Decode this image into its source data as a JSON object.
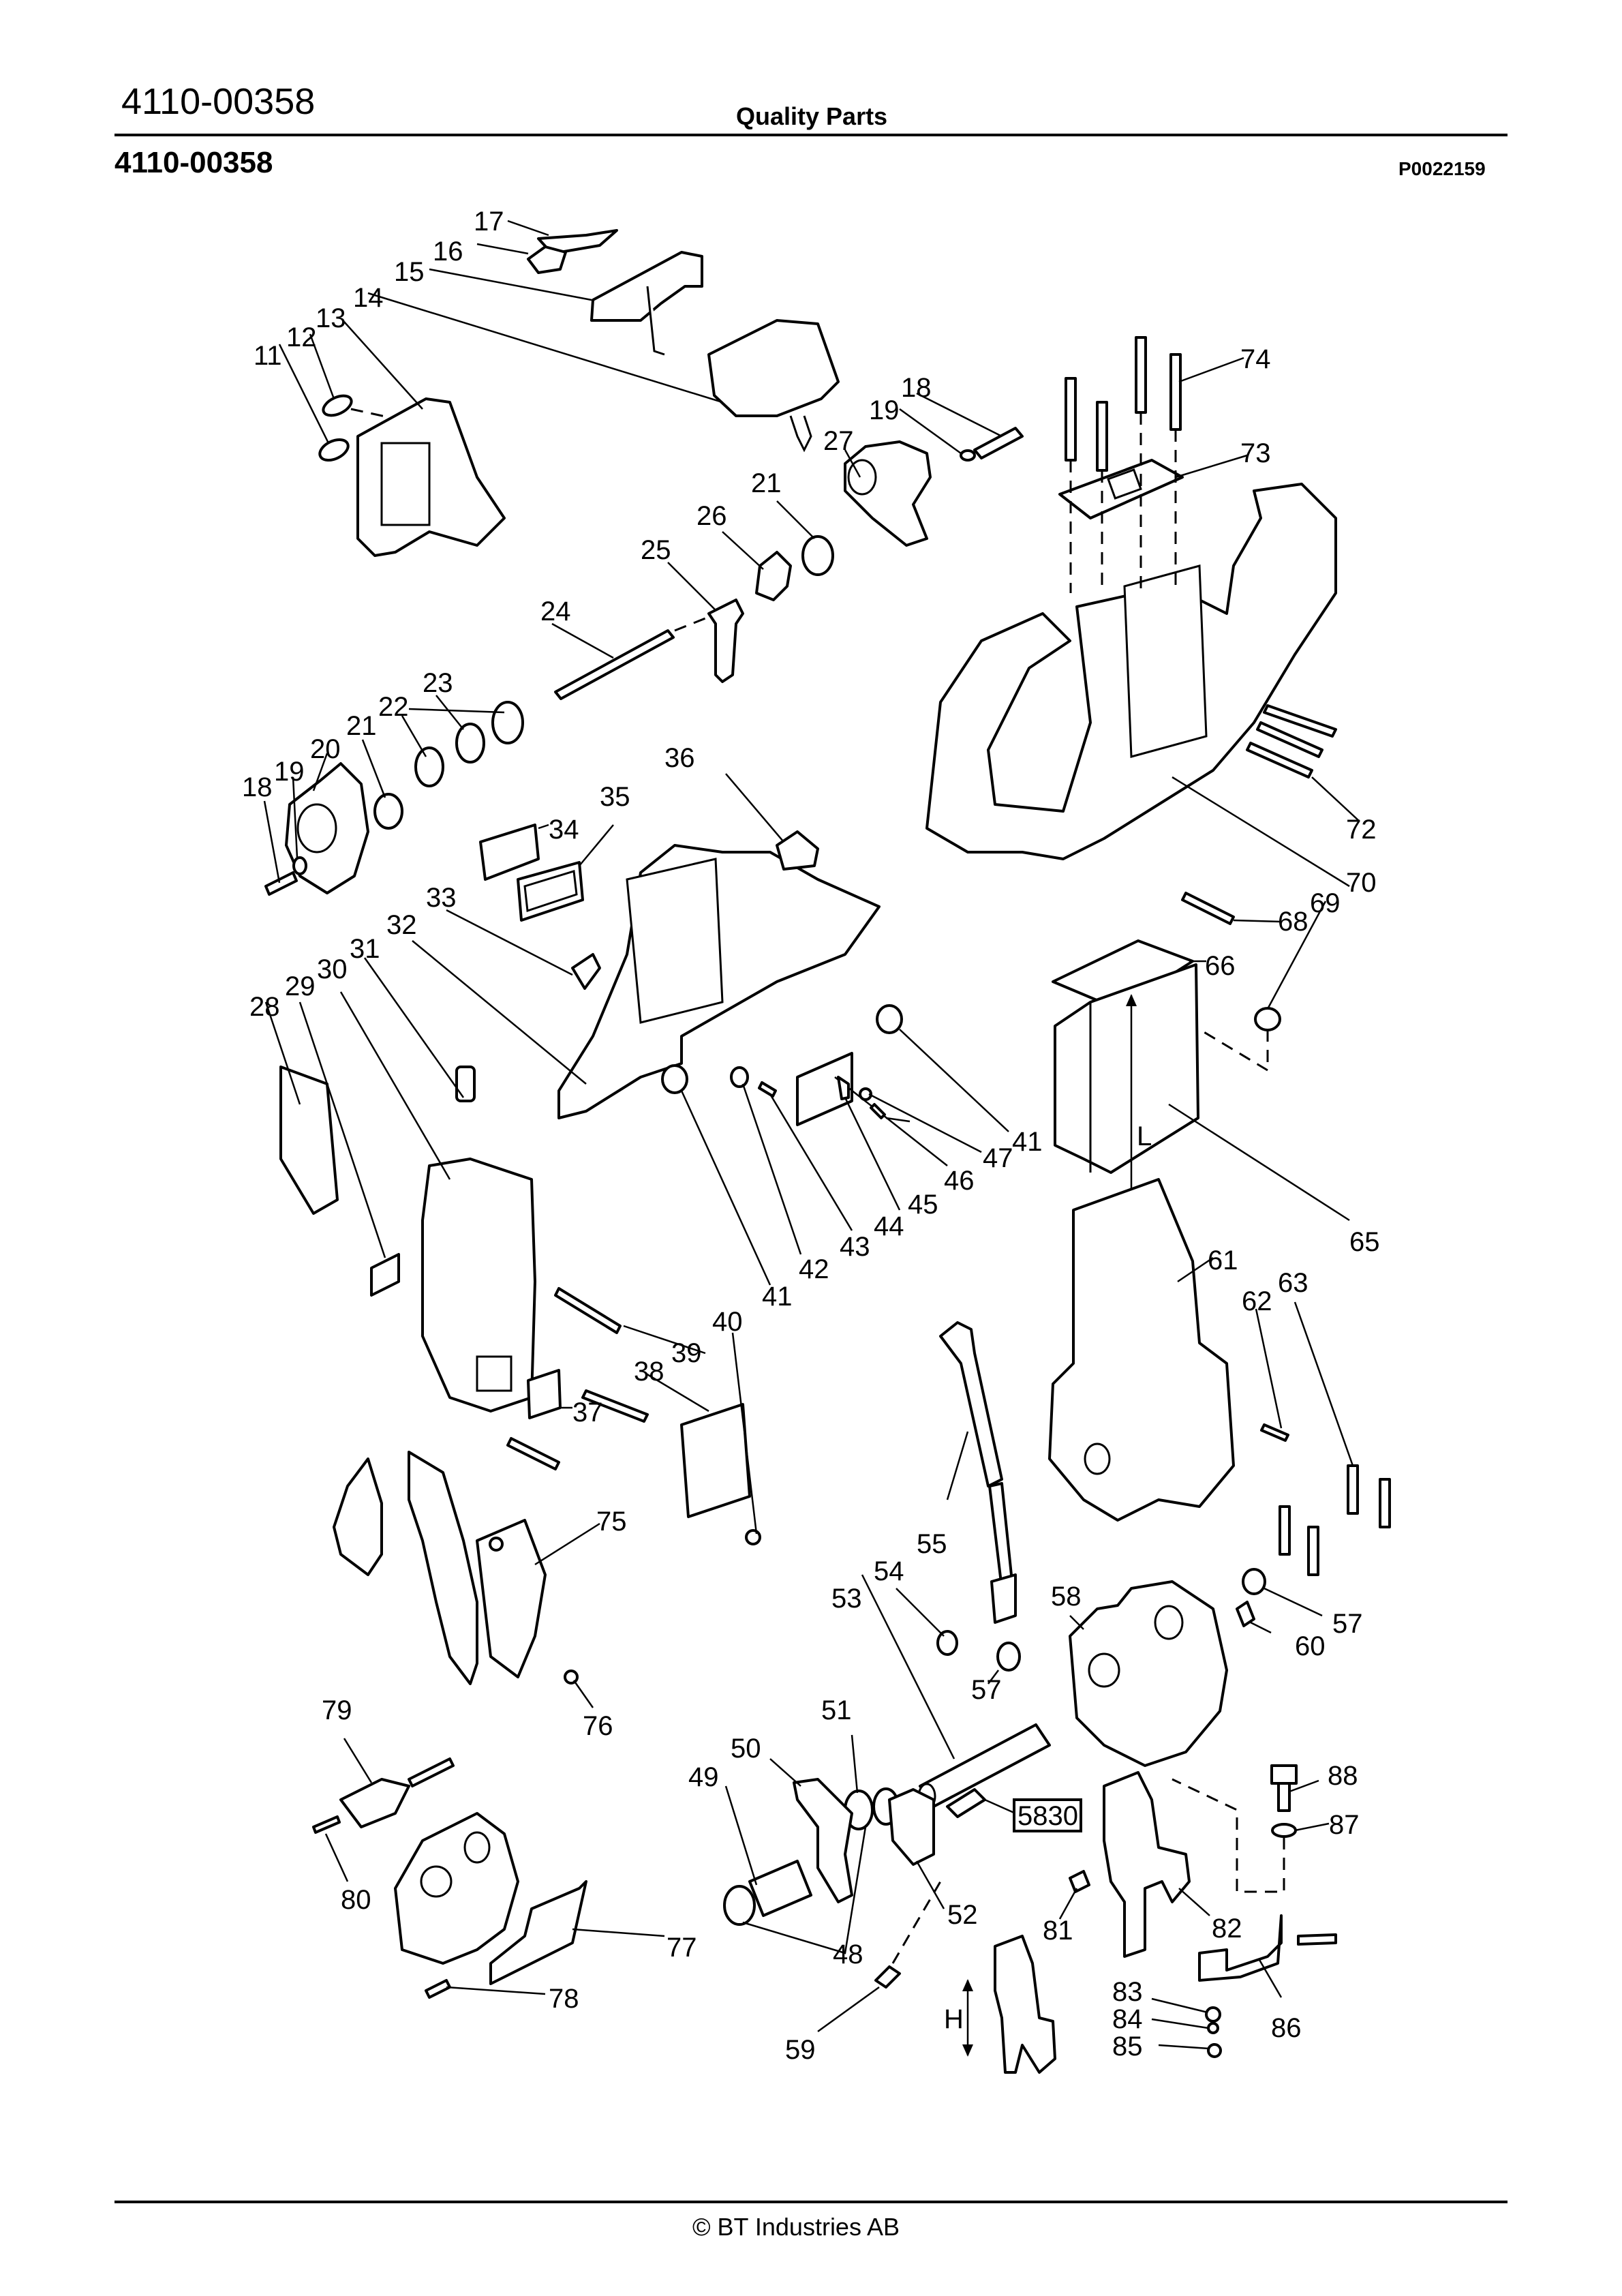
{
  "header": {
    "doc_number": "4110-00358",
    "title": "Quality Parts",
    "section_number": "4110-00358",
    "drawing_ref": "P0022159"
  },
  "footer": {
    "copyright": "© BT Industries AB"
  },
  "diagram": {
    "type": "exploded-parts-view",
    "dimension_labels": [
      "L",
      "H"
    ],
    "callout_box": "5830",
    "part_labels": [
      "11",
      "12",
      "13",
      "14",
      "15",
      "16",
      "17",
      "18",
      "19",
      "20",
      "21",
      "22",
      "23",
      "24",
      "25",
      "26",
      "27",
      "28",
      "29",
      "30",
      "31",
      "32",
      "33",
      "34",
      "35",
      "36",
      "37",
      "38",
      "39",
      "40",
      "41",
      "42",
      "43",
      "44",
      "45",
      "46",
      "47",
      "48",
      "49",
      "50",
      "51",
      "52",
      "53",
      "54",
      "55",
      "57",
      "58",
      "59",
      "60",
      "61",
      "62",
      "63",
      "65",
      "66",
      "68",
      "69",
      "70",
      "72",
      "73",
      "74",
      "75",
      "76",
      "77",
      "78",
      "79",
      "80",
      "81",
      "82",
      "83",
      "84",
      "85",
      "86",
      "87",
      "88"
    ],
    "labels": [
      {
        "id": "l17",
        "text": "17"
      },
      {
        "id": "l16",
        "text": "16"
      },
      {
        "id": "l15",
        "text": "15"
      },
      {
        "id": "l14",
        "text": "14"
      },
      {
        "id": "l13",
        "text": "13"
      },
      {
        "id": "l12",
        "text": "12"
      },
      {
        "id": "l11",
        "text": "11"
      },
      {
        "id": "l18a",
        "text": "18"
      },
      {
        "id": "l19a",
        "text": "19"
      },
      {
        "id": "l27",
        "text": "27"
      },
      {
        "id": "l21a",
        "text": "21"
      },
      {
        "id": "l26",
        "text": "26"
      },
      {
        "id": "l25",
        "text": "25"
      },
      {
        "id": "l24",
        "text": "24"
      },
      {
        "id": "l23",
        "text": "23"
      },
      {
        "id": "l22",
        "text": "22"
      },
      {
        "id": "l21b",
        "text": "21"
      },
      {
        "id": "l20",
        "text": "20"
      },
      {
        "id": "l19b",
        "text": "19"
      },
      {
        "id": "l18b",
        "text": "18"
      },
      {
        "id": "l36",
        "text": "36"
      },
      {
        "id": "l35",
        "text": "35"
      },
      {
        "id": "l34",
        "text": "34"
      },
      {
        "id": "l33",
        "text": "33"
      },
      {
        "id": "l32",
        "text": "32"
      },
      {
        "id": "l31",
        "text": "31"
      },
      {
        "id": "l30",
        "text": "30"
      },
      {
        "id": "l29",
        "text": "29"
      },
      {
        "id": "l28",
        "text": "28"
      },
      {
        "id": "l74",
        "text": "74"
      },
      {
        "id": "l73",
        "text": "73"
      },
      {
        "id": "l72",
        "text": "72"
      },
      {
        "id": "l70",
        "text": "70"
      },
      {
        "id": "l69",
        "text": "69"
      },
      {
        "id": "l68",
        "text": "68"
      },
      {
        "id": "l66",
        "text": "66"
      },
      {
        "id": "l65",
        "text": "65"
      },
      {
        "id": "l41a",
        "text": "41"
      },
      {
        "id": "l47",
        "text": "47"
      },
      {
        "id": "l46",
        "text": "46"
      },
      {
        "id": "l45",
        "text": "45"
      },
      {
        "id": "l44",
        "text": "44"
      },
      {
        "id": "l43",
        "text": "43"
      },
      {
        "id": "l42",
        "text": "42"
      },
      {
        "id": "l41b",
        "text": "41"
      },
      {
        "id": "l40",
        "text": "40"
      },
      {
        "id": "l39",
        "text": "39"
      },
      {
        "id": "l38",
        "text": "38"
      },
      {
        "id": "l37",
        "text": "37"
      },
      {
        "id": "l61",
        "text": "61"
      },
      {
        "id": "l62",
        "text": "62"
      },
      {
        "id": "l63",
        "text": "63"
      },
      {
        "id": "l75",
        "text": "75"
      },
      {
        "id": "l76",
        "text": "76"
      },
      {
        "id": "l55",
        "text": "55"
      },
      {
        "id": "l54",
        "text": "54"
      },
      {
        "id": "l53",
        "text": "53"
      },
      {
        "id": "l58",
        "text": "58"
      },
      {
        "id": "l57a",
        "text": "57"
      },
      {
        "id": "l60",
        "text": "60"
      },
      {
        "id": "l57b",
        "text": "57"
      },
      {
        "id": "l79",
        "text": "79"
      },
      {
        "id": "l80",
        "text": "80"
      },
      {
        "id": "l51",
        "text": "51"
      },
      {
        "id": "l50",
        "text": "50"
      },
      {
        "id": "l49",
        "text": "49"
      },
      {
        "id": "l48",
        "text": "48"
      },
      {
        "id": "l52",
        "text": "52"
      },
      {
        "id": "l77",
        "text": "77"
      },
      {
        "id": "l78",
        "text": "78"
      },
      {
        "id": "l59",
        "text": "59"
      },
      {
        "id": "l81",
        "text": "81"
      },
      {
        "id": "l82",
        "text": "82"
      },
      {
        "id": "l88",
        "text": "88"
      },
      {
        "id": "l87",
        "text": "87"
      },
      {
        "id": "l86",
        "text": "86"
      },
      {
        "id": "l83",
        "text": "83"
      },
      {
        "id": "l84",
        "text": "84"
      },
      {
        "id": "l85",
        "text": "85"
      }
    ]
  }
}
